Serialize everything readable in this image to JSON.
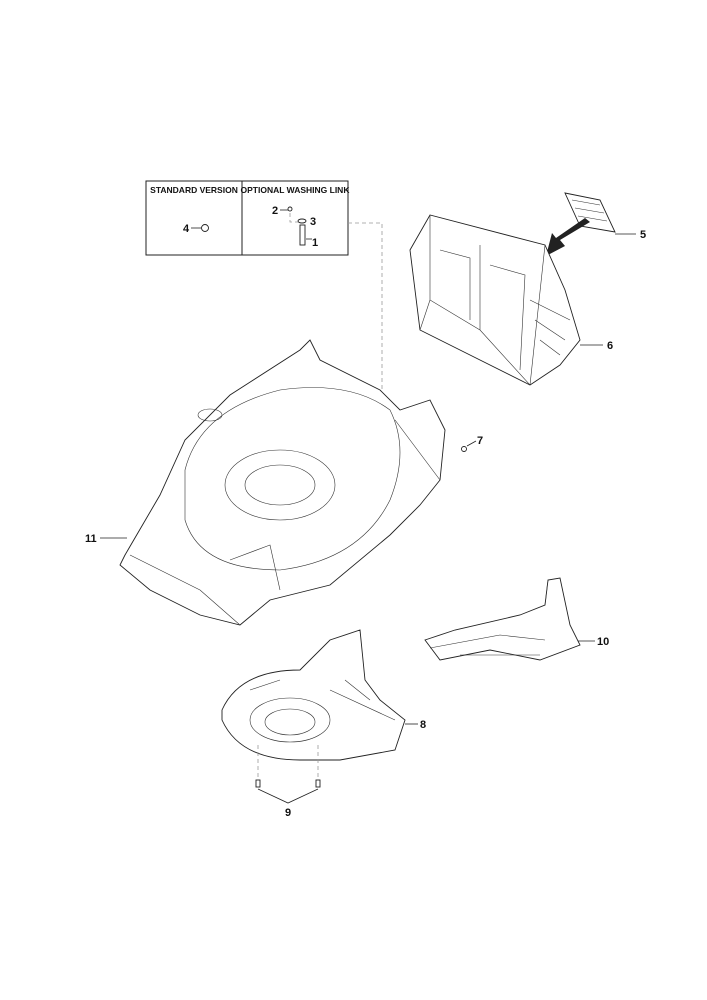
{
  "inset": {
    "standard_header": "STANDARD VERSION",
    "optional_header": "OPTIONAL WASHING LINK"
  },
  "callouts": {
    "c1": "1",
    "c2": "2",
    "c3": "3",
    "c4": "4",
    "c5": "5",
    "c6": "6",
    "c7": "7",
    "c8": "8",
    "c9": "9",
    "c10": "10",
    "c11": "11"
  }
}
